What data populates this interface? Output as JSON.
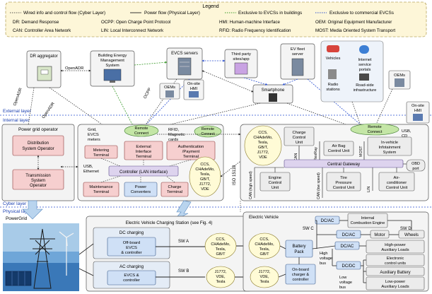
{
  "legend": {
    "title": "Legend",
    "wired": "Wired info and control flow (Cyber Layer)",
    "power": "Power flow (Physical Layer)",
    "excl_buildings": "Exclusive to EVCSs in buildings",
    "excl_commercial": "Exclusive to commercial EVCSs",
    "abbr": [
      "DR: Demand Response",
      "OCPP: Open Charge Point Protocol",
      "HMI: Human-machine Interface",
      "OEM: Original Equipment Manufacturer",
      "CAN: Controller Area Network",
      "LIN: Local Interconnect Network",
      "RFID: Radio Frequency Identification",
      "MOST: Media Oriented System Transport"
    ]
  },
  "layers": {
    "external": "External layer",
    "internal": "Internal layer",
    "cyber": "Cyber layer",
    "physical": "Physical layer"
  },
  "external": {
    "dr": "DR aggregator",
    "bems": "Building Energy Management System",
    "openadr1": "OpenADR",
    "openadr2": "OpenADR",
    "openadr3": "OpenADR",
    "evcs_servers": "EVCS servers",
    "ocpp": "OCPP",
    "oems_left": "OEMs",
    "hmi_left": "On-site HMI",
    "third_party": "Third party sites/app",
    "smartphone": "Smartphone",
    "fleet": "EV fleet server",
    "vehicles": "Vehicles",
    "internet_portals": "Internet service portals",
    "radio": "Radio stations",
    "roadside": "Road-side infrastructure",
    "oems_right": "OEMs",
    "hmi_right": "On-site HMI"
  },
  "grid": {
    "title": "Power grid operator",
    "dso": "Distribution System Operator",
    "tso": "Transmission System Operator"
  },
  "evcs_cyber": {
    "meters": "Grid, EVCS meters",
    "remote": "Remote Connect",
    "rfid": "RFID, Magnetic cards",
    "remote2": "Remote Connect",
    "metering": "Metering Terminal",
    "ext_interface": "External Interface Terminal",
    "auth": "Authentication /Payment Terminal",
    "usb": "USB, Ethernet",
    "controller": "Controller (LAN interface)",
    "maintenance": "Maintenance Terminal",
    "power_conv": "Power Converters",
    "charge_term": "Charge Terminal",
    "connectors": "CCS, CHAdeMo, Tesla, GB/T, J1772, VDE",
    "iso": "ISO 15118"
  },
  "ev_cyber": {
    "connectors": "CCS, CHAdeMo, Tesla, GB/T, J1772, VDE",
    "charge_ctrl": "Charge Control Unit",
    "remote": "Remote Connect",
    "usb": "USB, CD",
    "can1": "CAN",
    "flexray": "FlexRay",
    "most": "MOST",
    "airbag": "Air Bag Control Unit",
    "infotainment": "In-vehicle Infotainment System",
    "gateway": "Central Gateway",
    "obd": "OBD port",
    "engine": "Engine Control Unit",
    "tire": "Tire Pressure Control Unit",
    "aircon": "Air-conditioner Control Unit",
    "can_high": "CAN (high speed)",
    "can_low": "CAN (low speed)",
    "lin": "LIN"
  },
  "physical": {
    "powergrid": "PowerGrid",
    "station_title": "Electric Vehicle Charging Station (see Fig. 4)",
    "dc_charging": "DC charging",
    "offboard": "Off-board EVCS & controller",
    "sw_a": "SW A",
    "dc_conn": "CCS, CHAdeMo, Tesla, GB/T",
    "ac_charging": "AC charging",
    "evcs_ctrl": "EVCS & controller",
    "sw_b": "SW B",
    "ac_conn": "J1772, VDE, Tesla",
    "ev_title": "Electric Vehicle",
    "ev_dc_conn": "CCS, CHAdeMo, Tesla, GB/T",
    "ev_ac_conn": "J1772, VDE, Tesla",
    "dcac_top": "DC/AC",
    "ice": "Internal Combustion Engine",
    "sw_c": "SW C",
    "sw_d": "SW D",
    "dcac_mid": "DC/AC",
    "motor": "Motor",
    "wheels": "Wheels",
    "battery": "Battery Pack",
    "dcac_low": "DC/AC",
    "hp_loads": "High-power Auxiliary Loads",
    "hv_bus": "High voltage bus",
    "dcdc": "DC/DC",
    "ecu": "Electronic control units",
    "onboard": "On-board charger & controller",
    "aux_batt": "Auxiliary Battery",
    "lv_bus": "Low voltage bus",
    "lp_loads": "Low-power Auxiliary Loads"
  },
  "colors": {
    "legend_bg": "#fdf6d8",
    "pink": "#f6cfcf",
    "blue": "#cfe0f6",
    "lilac": "#ddd3ee",
    "green": "#c4e6a6",
    "yellow": "#fffbd6",
    "grey": "#ececec"
  }
}
